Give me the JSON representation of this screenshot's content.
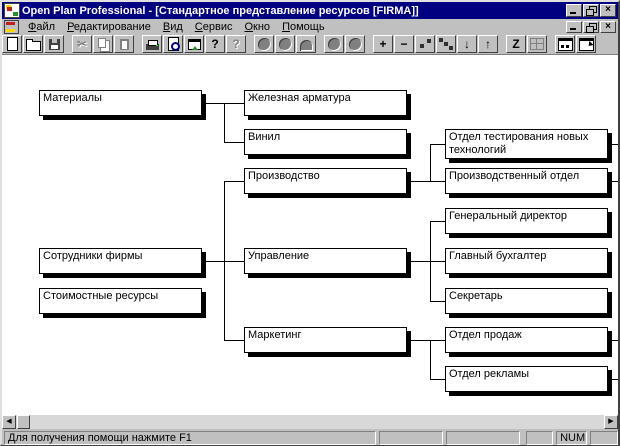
{
  "window": {
    "title": "Open Plan Professional - [Стандартное представление ресурсов [FIRMA]]",
    "close_glyph": "×"
  },
  "menu": {
    "items": [
      "Файл",
      "Редактирование",
      "Вид",
      "Сервис",
      "Окно",
      "Помощь"
    ]
  },
  "toolbar": {
    "icons": [
      "new-icon",
      "open-icon",
      "save-icon",
      "cut-icon",
      "copy-icon",
      "paste-icon",
      "print-icon",
      "print-preview-icon",
      "transfer-icon",
      "help-icon",
      "context-help-icon",
      "circle-node-icon",
      "circle-query-icon",
      "arch-node-icon",
      "circle-icon",
      "circle-icon",
      "expand-icon",
      "collapse-icon",
      "link-icon",
      "step-icon",
      "move-down-icon",
      "move-up-icon",
      "zoom-z-icon",
      "grid-icon",
      "tile-window-icon",
      "subwindow-icon"
    ],
    "glyphs": {
      "cut": "✂",
      "help": "?",
      "context_help": "?",
      "plus": "+",
      "minus": "−",
      "down": "↓",
      "up": "↑",
      "z": "Z"
    }
  },
  "diagram": {
    "nodes": [
      {
        "label": "Материалы"
      },
      {
        "label": "Сотрудники фирмы"
      },
      {
        "label": "Стоимостные ресурсы"
      },
      {
        "label": "Железная арматура"
      },
      {
        "label": "Винил"
      },
      {
        "label": "Производство"
      },
      {
        "label": "Управление"
      },
      {
        "label": "Маркетинг"
      },
      {
        "label": "Отдел тестирования новых технологий"
      },
      {
        "label": "Производственный отдел"
      },
      {
        "label": "Генеральный директор"
      },
      {
        "label": "Главный бухгалтер"
      },
      {
        "label": "Секретарь"
      },
      {
        "label": "Отдел продаж"
      },
      {
        "label": "Отдел рекламы"
      }
    ],
    "hierarchy": {
      "Материалы": [
        "Железная арматура",
        "Винил"
      ],
      "Сотрудники фирмы": [
        "Производство",
        "Управление",
        "Маркетинг"
      ],
      "Производство": [
        "Отдел тестирования новых технологий",
        "Производственный отдел"
      ],
      "Управление": [
        "Генеральный директор",
        "Главный бухгалтер",
        "Секретарь"
      ],
      "Маркетинг": [
        "Отдел продаж",
        "Отдел рекламы"
      ]
    }
  },
  "scrollbar": {
    "left_arrow": "◀",
    "right_arrow": "▶"
  },
  "status": {
    "message": "Для получения помощи нажмите F1",
    "num_indicator": "NUM"
  }
}
